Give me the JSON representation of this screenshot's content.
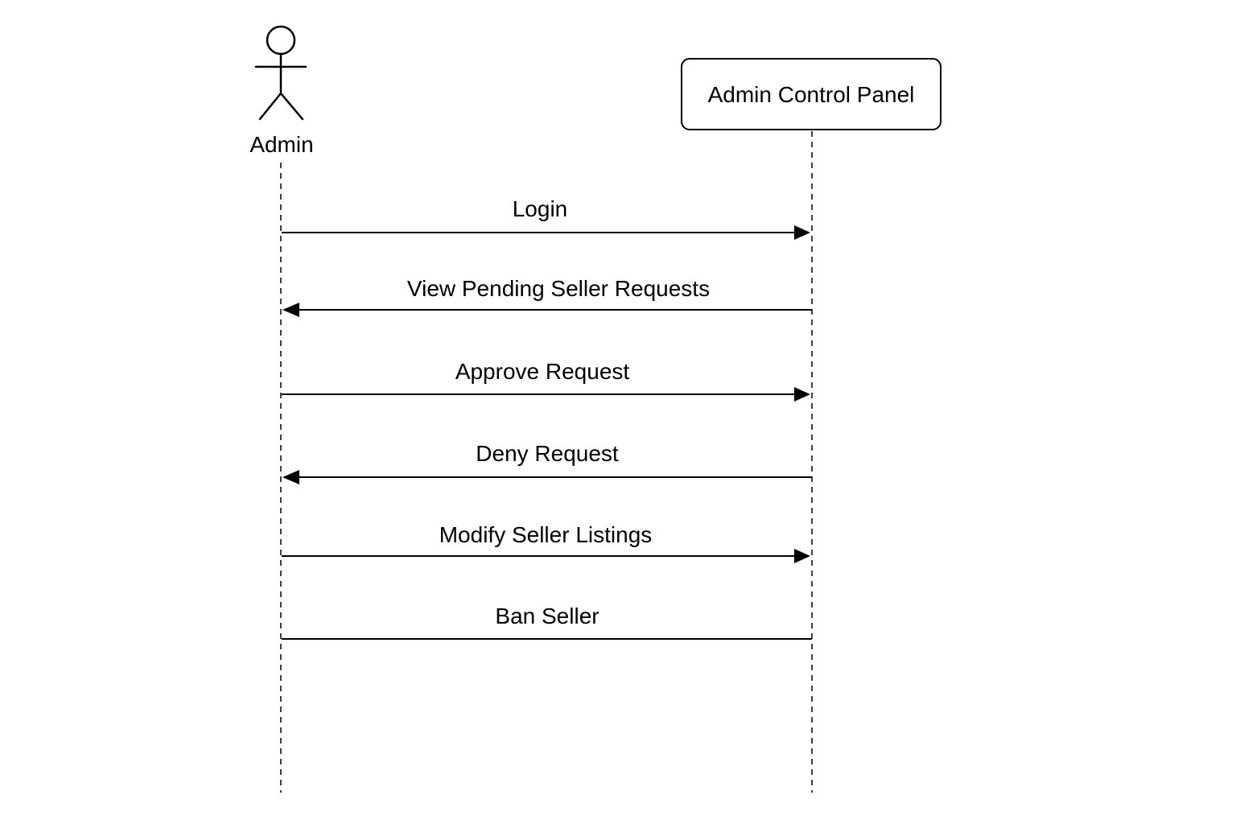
{
  "participants": [
    {
      "id": "admin",
      "kind": "actor",
      "label": "Admin"
    },
    {
      "id": "panel",
      "kind": "box",
      "label": "Admin Control Panel"
    }
  ],
  "messages": [
    {
      "from": "admin",
      "to": "panel",
      "label": "Login",
      "arrowhead": true
    },
    {
      "from": "panel",
      "to": "admin",
      "label": "View Pending Seller Requests",
      "arrowhead": true
    },
    {
      "from": "admin",
      "to": "panel",
      "label": "Approve Request",
      "arrowhead": true
    },
    {
      "from": "panel",
      "to": "admin",
      "label": "Deny Request",
      "arrowhead": true
    },
    {
      "from": "admin",
      "to": "panel",
      "label": "Modify Seller Listings",
      "arrowhead": true
    },
    {
      "from": "admin",
      "to": "panel",
      "label": "Ban Seller",
      "arrowhead": false
    }
  ],
  "colors": {
    "line": "#000000",
    "background": "#ffffff"
  }
}
